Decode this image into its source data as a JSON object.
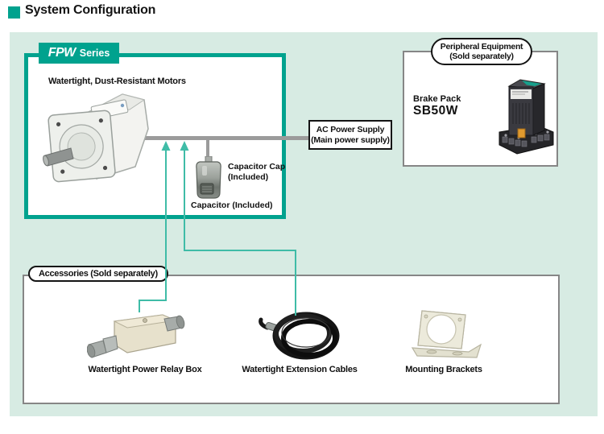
{
  "page": {
    "title": "System Configuration"
  },
  "colors": {
    "brand_teal": "#00a28e",
    "mint_background": "#d7ebe3",
    "connector_teal": "#3fbca7",
    "power_line_gray": "#9b9b9b"
  },
  "fpw_box": {
    "series_name": "FPW",
    "series_suffix": "Series",
    "motors_label": "Watertight, Dust-Resistant Motors"
  },
  "power_supply": {
    "line1": "AC Power Supply",
    "line2": "(Main power supply)"
  },
  "capacitor": {
    "cap_label_line1": "Capacitor Cap",
    "cap_label_line2": "(Included)",
    "label": "Capacitor (Included)"
  },
  "peripheral": {
    "title_line1": "Peripheral Equipment",
    "title_line2": "(Sold separately)",
    "product_name": "Brake Pack",
    "product_model": "SB50W"
  },
  "accessories": {
    "title": "Accessories (Sold separately)",
    "items": [
      {
        "label": "Watertight Power Relay Box"
      },
      {
        "label": "Watertight Extension Cables"
      },
      {
        "label": "Mounting Brackets"
      }
    ]
  }
}
